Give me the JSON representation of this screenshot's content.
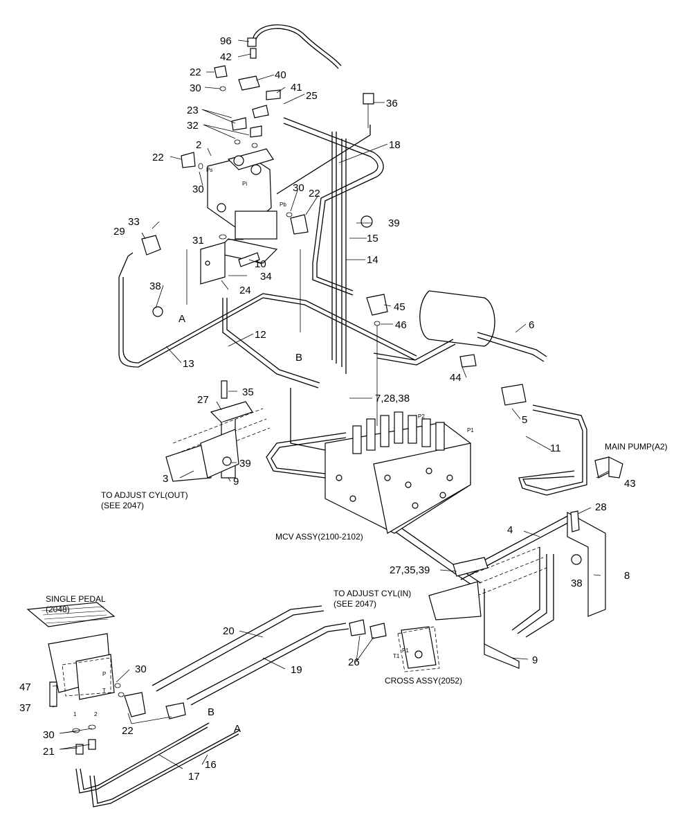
{
  "labels": {
    "n96": "96",
    "n42": "42",
    "n22": "22",
    "n40": "40",
    "n30": "30",
    "n41": "41",
    "n25": "25",
    "n36": "36",
    "n23": "23",
    "n32": "32",
    "n18": "18",
    "n2": "2",
    "n33": "33",
    "n39": "39",
    "n29": "29",
    "n15": "15",
    "n31": "31",
    "n14": "14",
    "n10": "10",
    "n34": "34",
    "n38": "38",
    "n24": "24",
    "n45": "45",
    "n46": "46",
    "n6": "6",
    "n12": "12",
    "n13": "13",
    "n44": "44",
    "n35": "35",
    "n7_28_38": "7,28,38",
    "n27": "27",
    "n5": "5",
    "n11": "11",
    "n3": "3",
    "n9": "9",
    "n43": "43",
    "n28": "28",
    "n4": "4",
    "n27_35_39": "27,35,39",
    "n8": "8",
    "n20": "20",
    "n26": "26",
    "n19": "19",
    "n47": "47",
    "n37": "37",
    "n21": "21",
    "n16": "16",
    "n17": "17",
    "A": "A",
    "B": "B",
    "main_pump": "MAIN PUMP(A2)",
    "adjust_out_1": "TO ADJUST CYL(OUT)",
    "adjust_out_2": "(SEE 2047)",
    "mcv_assy": "MCV ASSY(2100-2102)",
    "single_pedal": "SINGLE PEDAL",
    "pedal_ref": "(2048)",
    "adjust_in_1": "TO ADJUST CYL(IN)",
    "adjust_in_2": "(SEE 2047)",
    "cross_assy": "CROSS ASSY(2052)"
  },
  "ports": {
    "Ps": "Ps",
    "Pi": "Pi",
    "Pb": "Pb",
    "P2": "P2",
    "P1": "P1",
    "T1": "T1",
    "P": "P",
    "T": "T",
    "one": "1",
    "two": "2"
  }
}
